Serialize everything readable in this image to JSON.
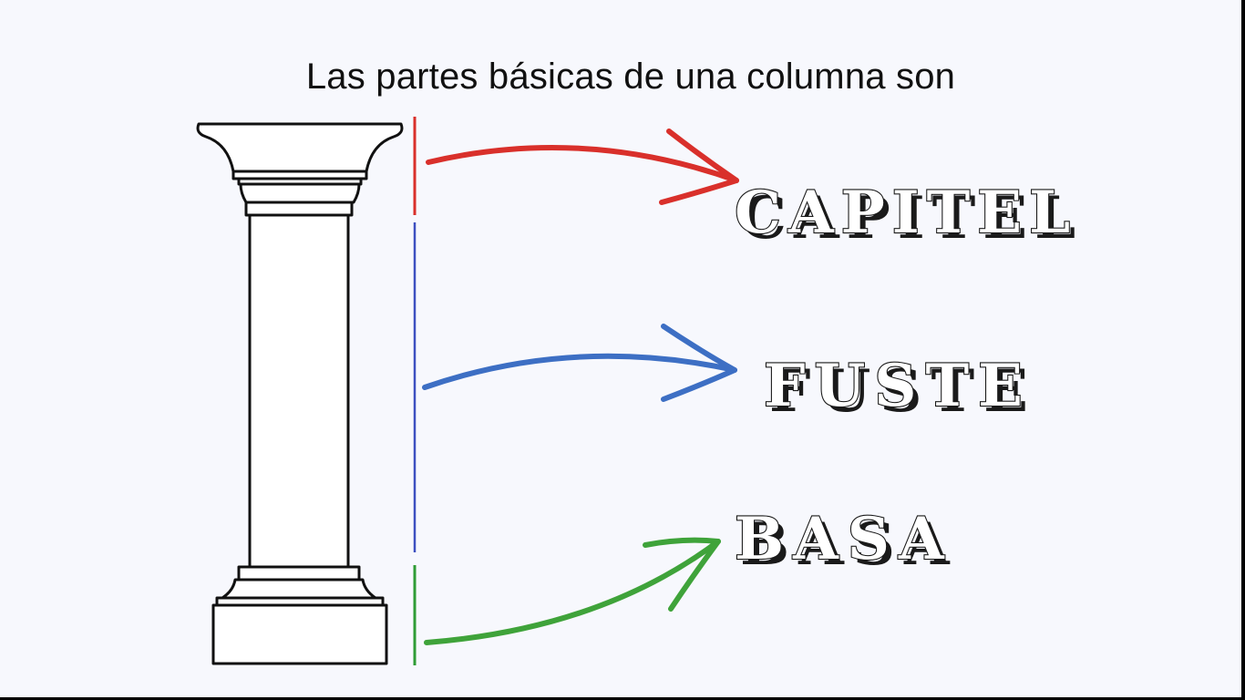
{
  "title": "Las partes básicas de una columna son",
  "parts": [
    {
      "id": "capital",
      "label": "CAPITEL",
      "color": "#d9302b"
    },
    {
      "id": "shaft",
      "label": "FUSTE",
      "color": "#3d6fc4"
    },
    {
      "id": "base",
      "label": "BASA",
      "color": "#3fa33a"
    }
  ],
  "colors": {
    "background": "#f7f8fd",
    "outline": "#111111",
    "capital": "#d9302b",
    "shaft": "#3d6fc4",
    "base": "#3fa33a"
  }
}
